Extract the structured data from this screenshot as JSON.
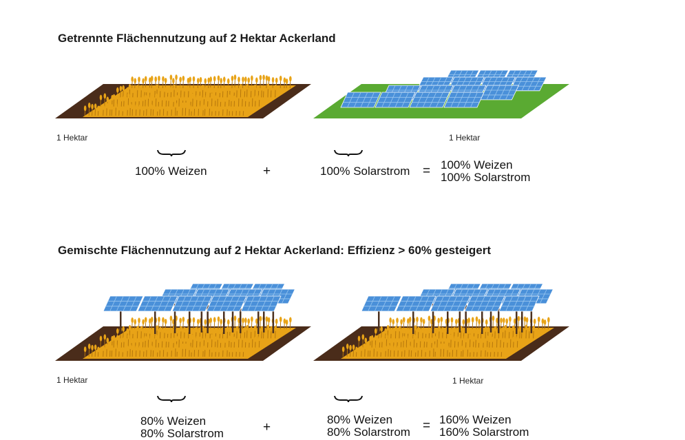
{
  "section1": {
    "title": "Getrennte Flächennutzung auf 2 Hektar Ackerland",
    "left": {
      "area_label": "1 Hektar",
      "result": "100% Weizen"
    },
    "right": {
      "area_label": "1 Hektar",
      "result": "100% Solarstrom"
    },
    "plus": "+",
    "equals": "=",
    "total_line1": "100% Weizen",
    "total_line2": "100% Solarstrom"
  },
  "section2": {
    "title": "Gemischte Flächennutzung auf 2 Hektar Ackerland: Effizienz > 60% gesteigert",
    "left": {
      "area_label": "1 Hektar",
      "line1": "80% Weizen",
      "line2": "80% Solarstrom"
    },
    "right": {
      "area_label": "1 Hektar",
      "line1": "80% Weizen",
      "line2": "80% Solarstrom"
    },
    "plus": "+",
    "equals": "=",
    "total_line1": "160% Weizen",
    "total_line2": "160% Solarstrom"
  },
  "colors": {
    "soil": "#4a2c1a",
    "wheat": "#e8a317",
    "wheat_dark": "#b5760c",
    "grass": "#5aaa32",
    "panel": "#4a90d9",
    "panel_light": "#9cc8f0",
    "post": "#4a3020"
  }
}
